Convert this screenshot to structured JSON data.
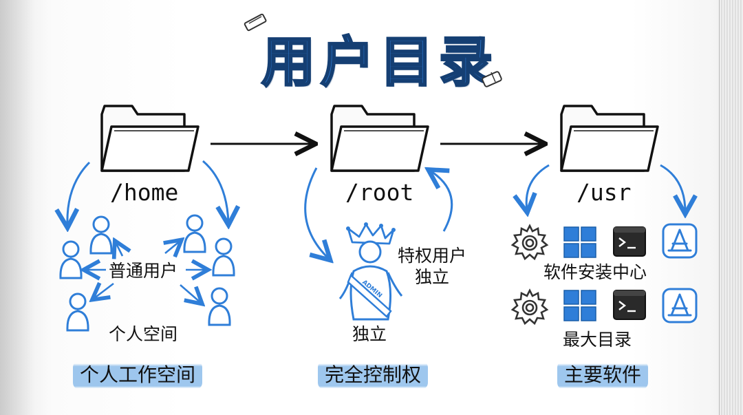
{
  "title": "用户目录",
  "columns": [
    {
      "path": "/home",
      "center_label": "普通用户",
      "caption": "个人空间",
      "highlight": "个人工作空间",
      "icon": "user-icon"
    },
    {
      "path": "/root",
      "side_label_line1": "特权用户",
      "side_label_line2": "独立",
      "badge": "ADMIN",
      "caption": "独立",
      "highlight": "完全控制权",
      "icon": "crowned-admin-icon"
    },
    {
      "path": "/usr",
      "middle_label": "软件安装中心",
      "caption": "最大目录",
      "highlight": "主要软件",
      "icons": [
        "gear-icon",
        "windows-icon",
        "terminal-icon",
        "app-store-icon"
      ]
    }
  ],
  "colors": {
    "accent": "#2f7ed8",
    "ink": "#111111",
    "highlight": "#7db4e8"
  }
}
